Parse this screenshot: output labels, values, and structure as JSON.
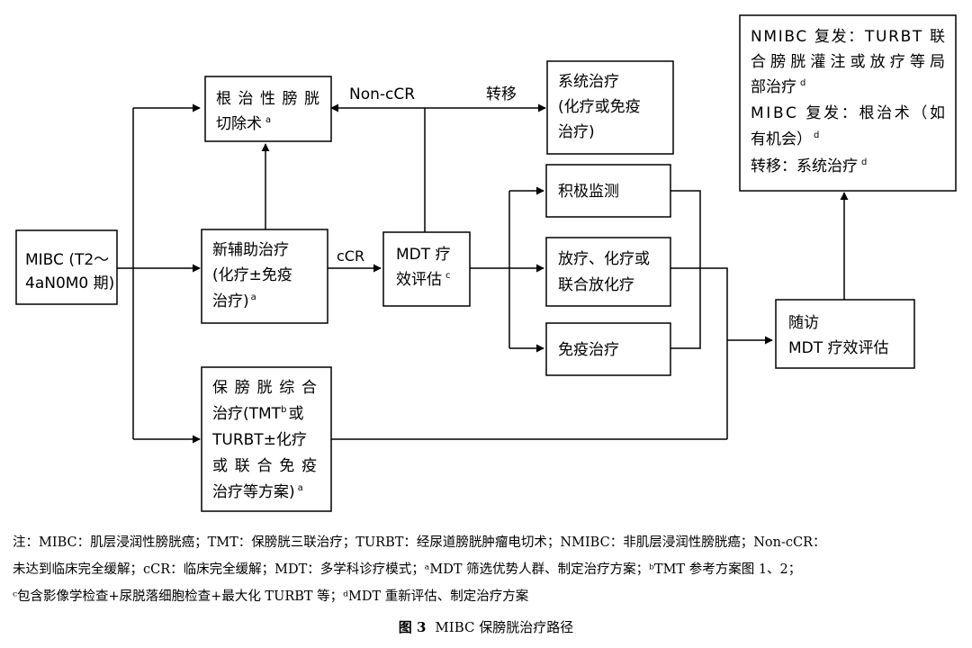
{
  "boxes": {
    "mibc": {
      "lines": [
        "MIBC (T2～",
        "4aN0M0 期)"
      ]
    },
    "radical": {
      "lines": [
        "根治性膀胱",
        "切除术"
      ],
      "sup": "a"
    },
    "neoadjuvant": {
      "lines": [
        "新辅助治疗",
        "(化疗±免疫",
        "治疗)"
      ],
      "sup": "a"
    },
    "mdt": {
      "lines": [
        "MDT 疗",
        "效评估"
      ],
      "sup": "c"
    },
    "bladder_sparing": {
      "lines": [
        "保膀胱综合",
        "治疗(TMT",
        "TURBT±化疗",
        "或联合免疫",
        "治疗等方案)"
      ],
      "sup_tmt": "b",
      "sup_end": "a",
      "tail": "或"
    },
    "systemic": {
      "lines": [
        "系统治疗",
        "(化疗或免疫",
        "治疗)"
      ]
    },
    "surveillance": {
      "lines": [
        "积极监测"
      ]
    },
    "chemoradiation": {
      "lines": [
        "放疗、化疗或",
        "联合放化疗"
      ]
    },
    "immunotherapy": {
      "lines": [
        "免疫治疗"
      ]
    },
    "followup": {
      "lines": [
        "随访",
        "MDT 疗效评估"
      ]
    },
    "recurrence": {
      "lines": [
        "NMIBC 复发：TURBT 联",
        "合膀胱灌注或放疗等局",
        "部治疗",
        "MIBC 复发：根治术（如",
        "有机会）",
        "转移：系统治疗"
      ],
      "sup": "d"
    }
  },
  "edge_labels": {
    "non_ccr": "Non-cCR",
    "metastasis": "转移",
    "ccr": "cCR"
  },
  "notes": [
    "注：MIBC：肌层浸润性膀胱癌；TMT：保膀胱三联治疗；TURBT：经尿道膀胱肿瘤电切术；NMIBC：非肌层浸润性膀胱癌；Non-cCR：",
    "未达到临床完全缓解；cCR：临床完全缓解；MDT：多学科诊疗模式；ᵃMDT 筛选优势人群、制定治疗方案；ᵇTMT 参考方案图 1、2；",
    "ᶜ包含影像学检查+尿脱落细胞检查+最大化 TURBT 等；ᵈMDT 重新评估、制定治疗方案"
  ],
  "caption": {
    "number": "图 3",
    "title": "MIBC 保膀胱治疗路径"
  }
}
